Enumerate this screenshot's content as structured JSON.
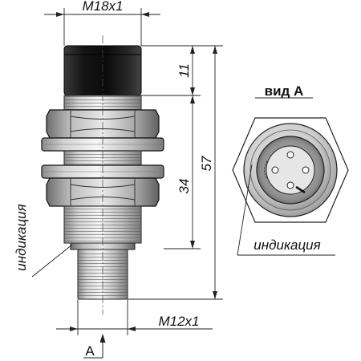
{
  "drawing": {
    "thread_top": "M18x1",
    "thread_bottom": "M12x1",
    "dim_11": "11",
    "dim_34": "34",
    "dim_57": "57",
    "view_letter": "A",
    "indicator_left": "индикация",
    "indicator_right": "индикация"
  },
  "end_view": {
    "title": "вид А"
  }
}
